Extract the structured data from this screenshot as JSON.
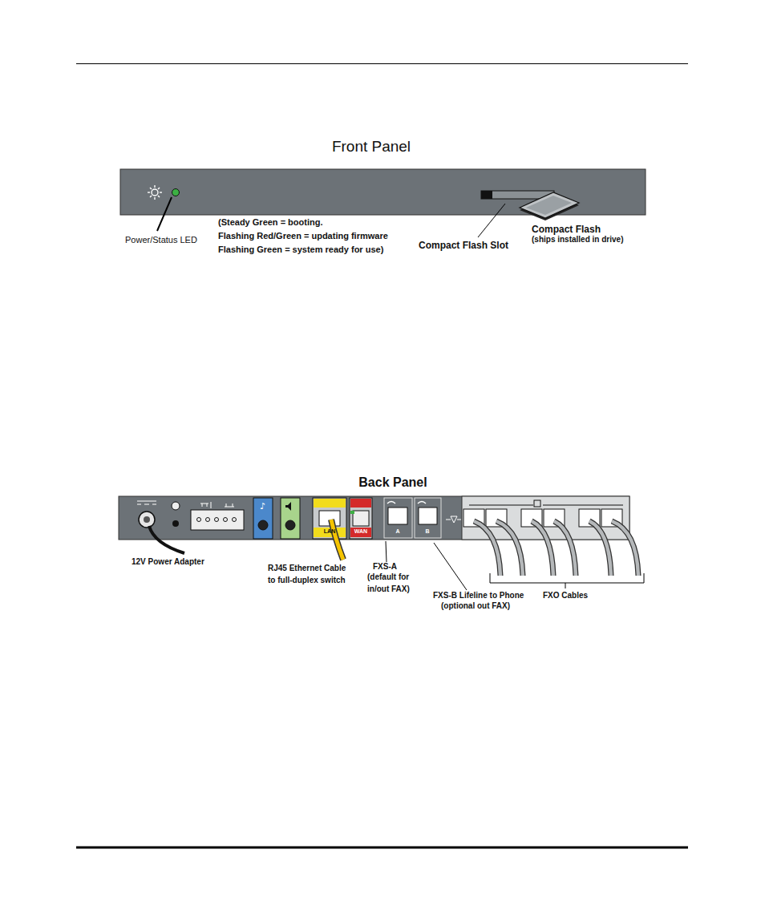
{
  "diagram": {
    "labels": [
      "Front Panel",
      "Power/Status LED",
      "(Steady Green = booting.",
      "Flashing Red/Green = updating firmware",
      "Flashing Green = system ready for use)",
      "Compact Flash Slot",
      "Compact Flash",
      "(ships installed in drive)",
      "Back Panel",
      "12V Power Adapter",
      "RJ45 Ethernet Cable",
      "to full-duplex switch",
      "FXS-A",
      "(default for",
      "in/out FAX)",
      "FXS-B Lifeline to Phone",
      "(optional out FAX)",
      "FXO Cables",
      "LAN",
      "WAN",
      "A",
      "B"
    ]
  }
}
